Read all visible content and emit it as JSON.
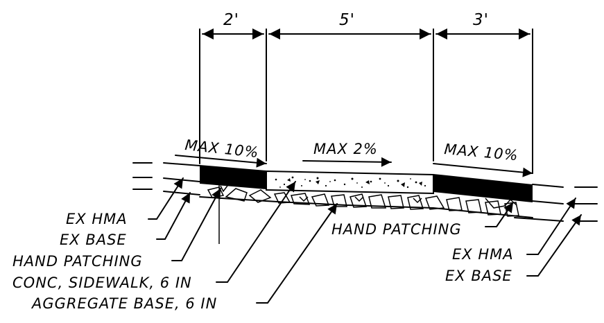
{
  "dimensions": [
    "2'",
    "5'",
    "3'"
  ],
  "slopes": {
    "left": "MAX 10%",
    "center": "MAX 2%",
    "right": "MAX 10%"
  },
  "callouts_left": [
    "EX HMA",
    "EX BASE",
    "HAND PATCHING",
    "CONC, SIDEWALK, 6 IN",
    "AGGREGATE BASE, 6 IN"
  ],
  "callouts_right": [
    "HAND PATCHING",
    "EX HMA",
    "EX BASE"
  ],
  "colors": {
    "ink": "#000000",
    "asphalt": "#000000",
    "concrete": "#ffffff",
    "background": "#ffffff"
  }
}
